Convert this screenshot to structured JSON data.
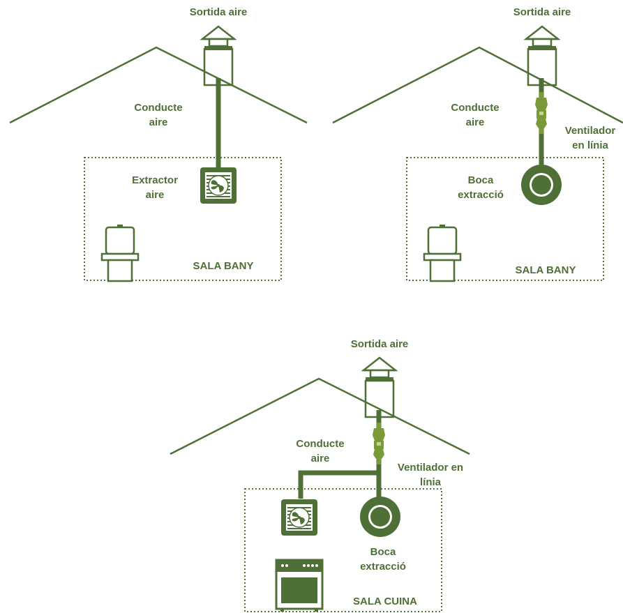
{
  "colors": {
    "main": "#4e6f36",
    "fan": "#7a9a3a"
  },
  "diagram1": {
    "exit_label": "Sortida aire",
    "duct_label": [
      "Conducte",
      "aire"
    ],
    "extractor_label": [
      "Extractor",
      "aire"
    ],
    "room_label": "SALA BANY"
  },
  "diagram2": {
    "exit_label": "Sortida aire",
    "duct_label": [
      "Conducte",
      "aire"
    ],
    "fan_label": [
      "Ventilador",
      "en línia"
    ],
    "outlet_label": [
      "Boca",
      "extracció"
    ],
    "room_label": "SALA BANY"
  },
  "diagram3": {
    "exit_label": "Sortida aire",
    "duct_label": [
      "Conducte",
      "aire"
    ],
    "fan_label": [
      "Ventilador en",
      "línia"
    ],
    "outlet_label": [
      "Boca",
      "extracció"
    ],
    "room_label": "SALA CUINA"
  }
}
